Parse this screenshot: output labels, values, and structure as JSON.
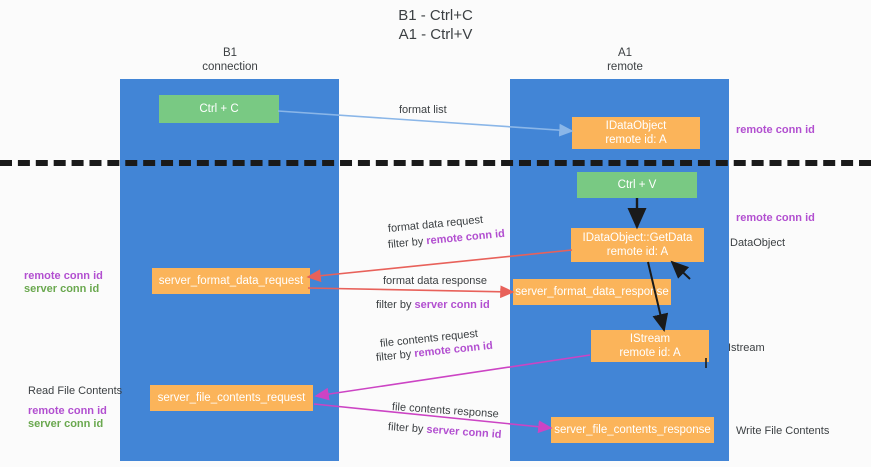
{
  "title": "B1 - Ctrl+C\nA1 - Ctrl+V",
  "columns": [
    {
      "id": "b1",
      "label": "B1\nconnection"
    },
    {
      "id": "a1",
      "label": "A1\nremote"
    }
  ],
  "nodes": [
    {
      "id": "ctrl-c",
      "label": "Ctrl + C",
      "color": "green"
    },
    {
      "id": "idataobject",
      "label": "IDataObject\nremote id: A",
      "color": "orange"
    },
    {
      "id": "ctrl-v",
      "label": "Ctrl + V",
      "color": "green"
    },
    {
      "id": "idataobject-getdata",
      "label": "IDataObject::GetData\nremote id: A",
      "color": "orange"
    },
    {
      "id": "server-format-data-request",
      "label": "server_format_data_request",
      "color": "orange"
    },
    {
      "id": "server-format-data-response",
      "label": "server_format_data_response",
      "color": "orange"
    },
    {
      "id": "istream",
      "label": "IStream\nremote id: A",
      "color": "orange"
    },
    {
      "id": "server-file-contents-request",
      "label": "server_file_contents_request",
      "color": "orange"
    },
    {
      "id": "server-file-contents-response",
      "label": "server_file_contents_response",
      "color": "orange"
    }
  ],
  "edge_labels": {
    "format_list": "format list",
    "format_data_request": "format data request",
    "format_data_request_filter_prefix": "filter by ",
    "format_data_request_filter_key": "remote conn id",
    "format_data_response": "format data response",
    "format_data_response_filter_prefix": "filter by ",
    "format_data_response_filter_key": "server conn id",
    "file_contents_request": "file contents request",
    "file_contents_request_filter_prefix": "filter by ",
    "file_contents_request_filter_key": "remote conn id",
    "file_contents_response": "file contents response",
    "file_contents_response_filter_prefix": "filter by ",
    "file_contents_response_filter_key": "server conn id"
  },
  "annotations": {
    "right_remote_conn_id_top": "remote conn id",
    "right_remote_conn_id_mid": "remote conn id",
    "right_dataobject": "DataObject",
    "right_istream": "Istream",
    "right_write_file_contents": "Write File Contents",
    "left_read_file_contents": "Read File Contents",
    "left_remote_conn_id_mid": "remote conn id",
    "left_server_conn_id_mid": "server conn id",
    "left_remote_conn_id_bottom": "remote conn id",
    "left_server_conn_id_bottom": "server conn id"
  },
  "colors": {
    "lane": "#4285d6",
    "green_node": "#79c983",
    "orange_node": "#fbb45a",
    "purple_text": "#b24fd0",
    "green_text": "#6aa84f",
    "blue_arrow": "#8ab6e8",
    "red_arrow": "#e8615a",
    "magenta_arrow": "#cc44c4",
    "black_arrow": "#1a1a1a",
    "separator": "#1a1a1a",
    "background": "#fbfbfb"
  }
}
